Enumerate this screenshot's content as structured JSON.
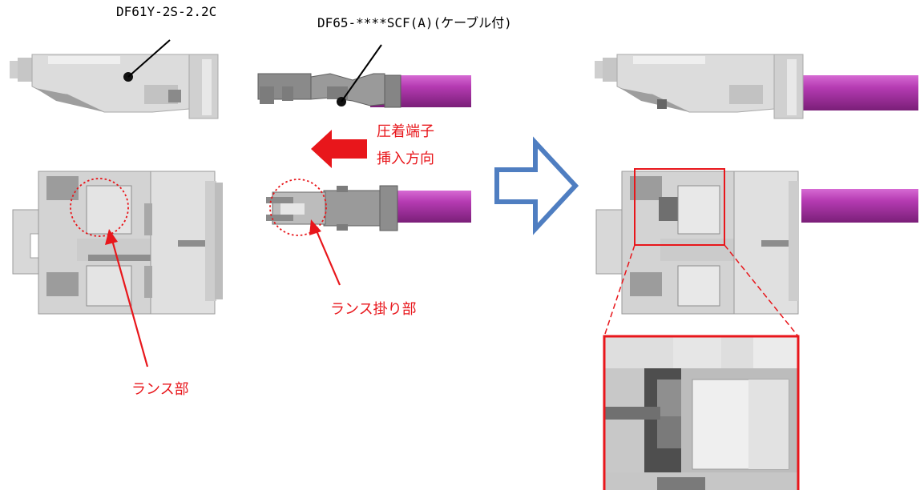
{
  "labels": {
    "header_part": "DF61Y-2S-2.2C",
    "cable_part": "DF65-****SCF(A)(ケーブル付)",
    "insert_direction_line1": "圧着端子",
    "insert_direction_line2": "挿入方向",
    "lance_hook": "ランス掛り部",
    "lance": "ランス部"
  },
  "colors": {
    "annotation_red": "#e8161b",
    "cable_magenta": "#b83ab6",
    "housing_gray": "#d9d9d9",
    "process_arrow_blue": "#4f7ec1"
  },
  "icons": {
    "insert_arrow": "left-arrow-icon",
    "process_arrow": "right-outline-arrow-icon"
  }
}
